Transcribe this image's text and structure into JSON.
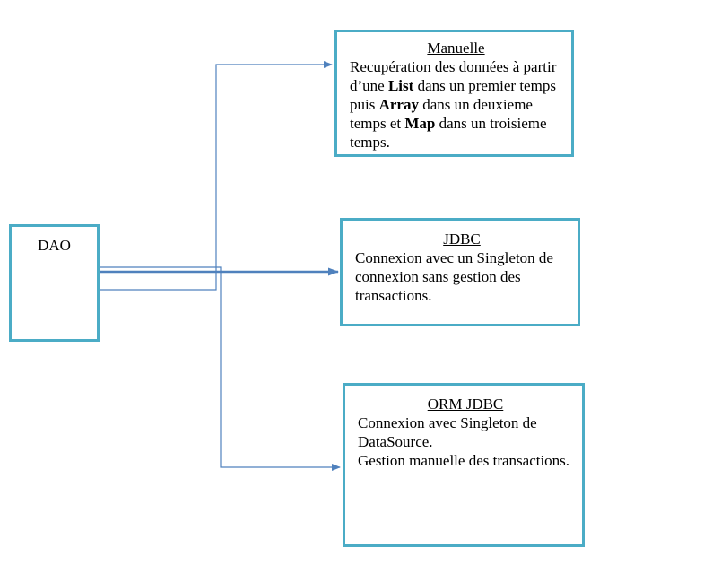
{
  "dao": {
    "label": "DAO"
  },
  "manuelle": {
    "title": "Manuelle",
    "text_1": "Recupération des données à partir d’une ",
    "bold_1": "List",
    "text_2": " dans un premier temps puis ",
    "bold_2": "Array",
    "text_3": " dans un deuxieme temps et ",
    "bold_3": "Map",
    "text_4": " dans un troisieme temps."
  },
  "jdbc": {
    "title": "JDBC",
    "body": "Connexion avec un Singleton de connexion sans gestion des transactions."
  },
  "orm_jdbc": {
    "title": "ORM JDBC",
    "line_1": "Connexion avec Singleton de DataSource.",
    "line_2": "Gestion manuelle des transactions."
  },
  "colors": {
    "box_border": "#4bacc6",
    "connector": "#4f81bd"
  }
}
